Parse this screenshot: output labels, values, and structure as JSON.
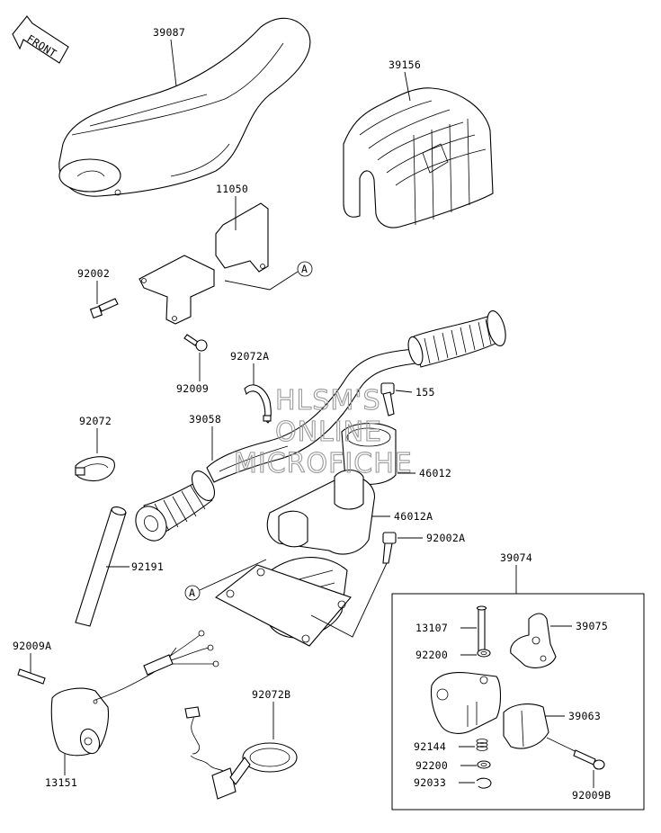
{
  "diagram": {
    "front_arrow_label": "FRONT",
    "watermark": [
      "HLSM'S",
      "ONLINE",
      "MICROFICHE"
    ],
    "ref_marker": "A",
    "parts": {
      "cover": "39087",
      "boot": "39156",
      "bracket": "11050",
      "bolt_92002": "92002",
      "bolt_92009": "92009",
      "band_92072A": "92072A",
      "band_92072": "92072",
      "bolt_155": "155",
      "handlebar": "39058",
      "holder_46012": "46012",
      "holder_46012A": "46012A",
      "bolt_92002A": "92002A",
      "pipe": "92191",
      "bolt_92009A": "92009A",
      "switch": "13151",
      "band_92072B": "92072B",
      "assy_box": "39074",
      "pin": "13107",
      "lever": "39075",
      "washer_a": "92200",
      "holder": "39063",
      "spring": "92144",
      "washer_b": "92200",
      "ring": "92033",
      "screw_92009B": "92009B"
    }
  }
}
